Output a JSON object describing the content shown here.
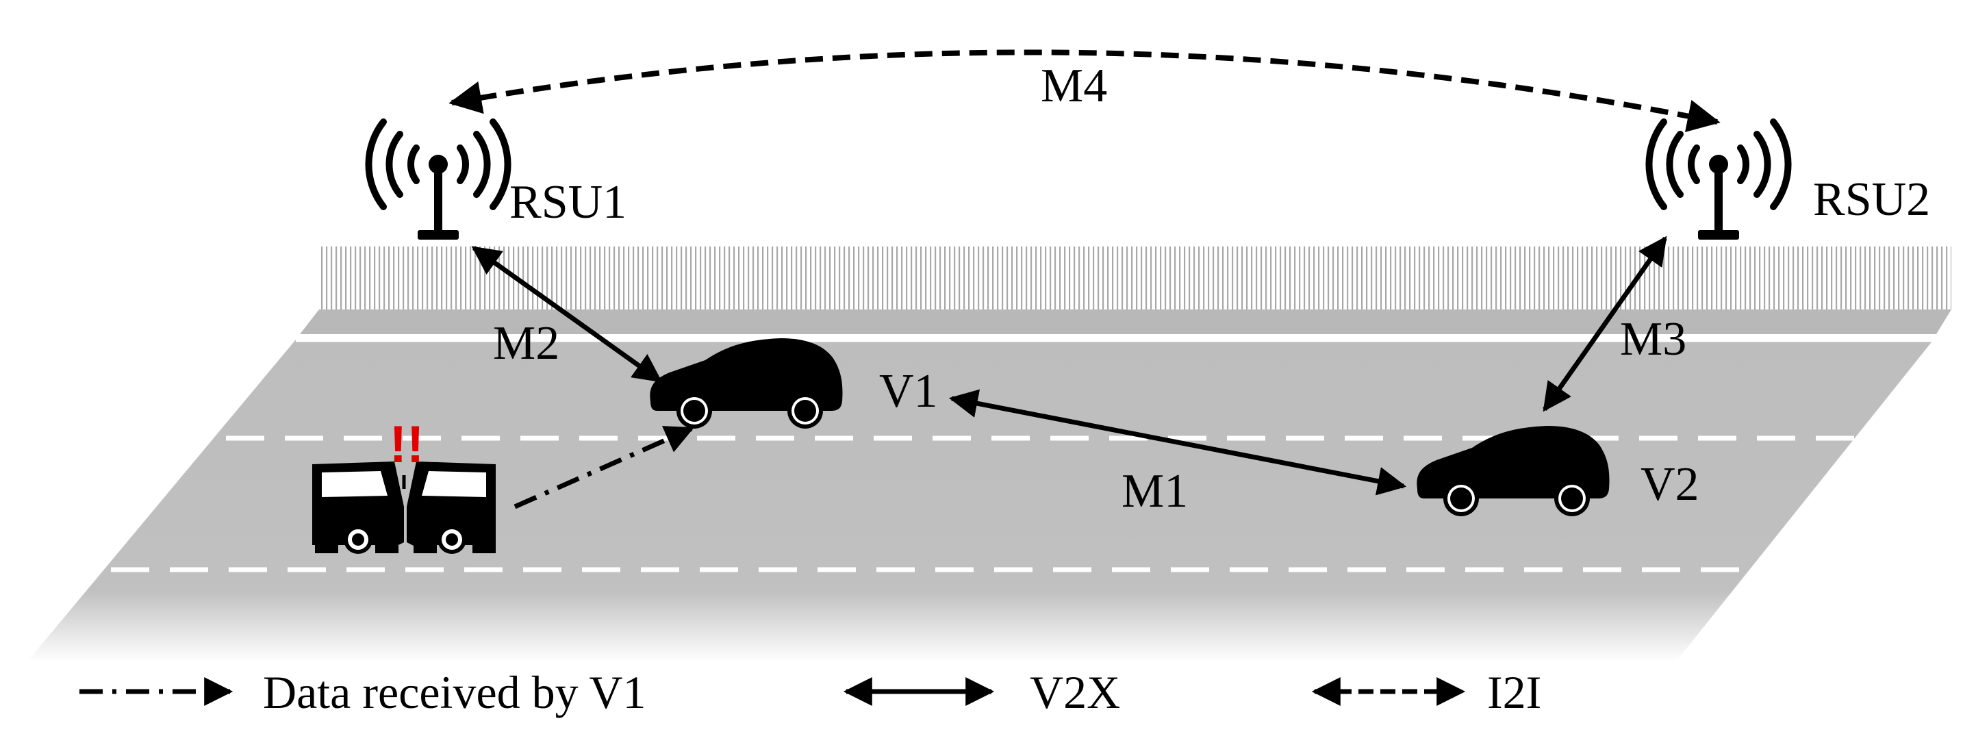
{
  "nodes": {
    "rsu1": "RSU1",
    "rsu2": "RSU2",
    "v1": "V1",
    "v2": "V2"
  },
  "links": {
    "m1": "M1",
    "m2": "M2",
    "m3": "M3",
    "m4": "M4"
  },
  "legend": {
    "data_received": "Data received by V1",
    "v2x": "V2X",
    "i2i": "I2I"
  },
  "alert": {
    "symbol": "!!",
    "color": "#e00000"
  },
  "colors": {
    "road": "#c0c0c0",
    "sidewalk": "#b8b8b8",
    "markings": "#ffffff",
    "vehicle": "#000000"
  }
}
